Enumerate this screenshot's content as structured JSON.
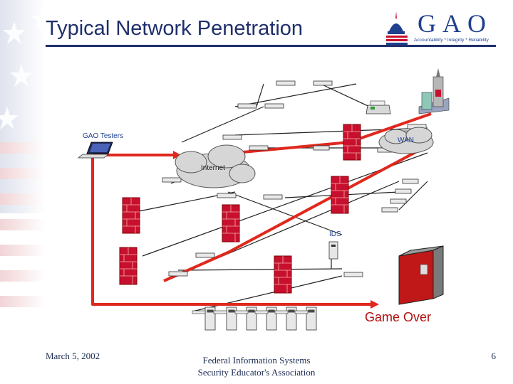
{
  "slide": {
    "title": "Typical Network Penetration",
    "logo": {
      "text": "GAO",
      "tagline": "Accountability * Integrity * Reliability"
    },
    "footer": {
      "date": "March 5, 2002",
      "org_line1": "Federal Information Systems",
      "org_line2": "Security Educator's Association",
      "page": "6"
    }
  },
  "diagram": {
    "labels": {
      "testers": "GAO Testers",
      "wan": "WAN",
      "internet": "Internet",
      "ids": "IDS",
      "result": "Game Over"
    }
  },
  "colors": {
    "title": "#1f2f6b",
    "attack_path": "#e0281e",
    "firewall": "#c8102e",
    "result_text": "#b01010",
    "label_text": "#1f3f8f"
  }
}
